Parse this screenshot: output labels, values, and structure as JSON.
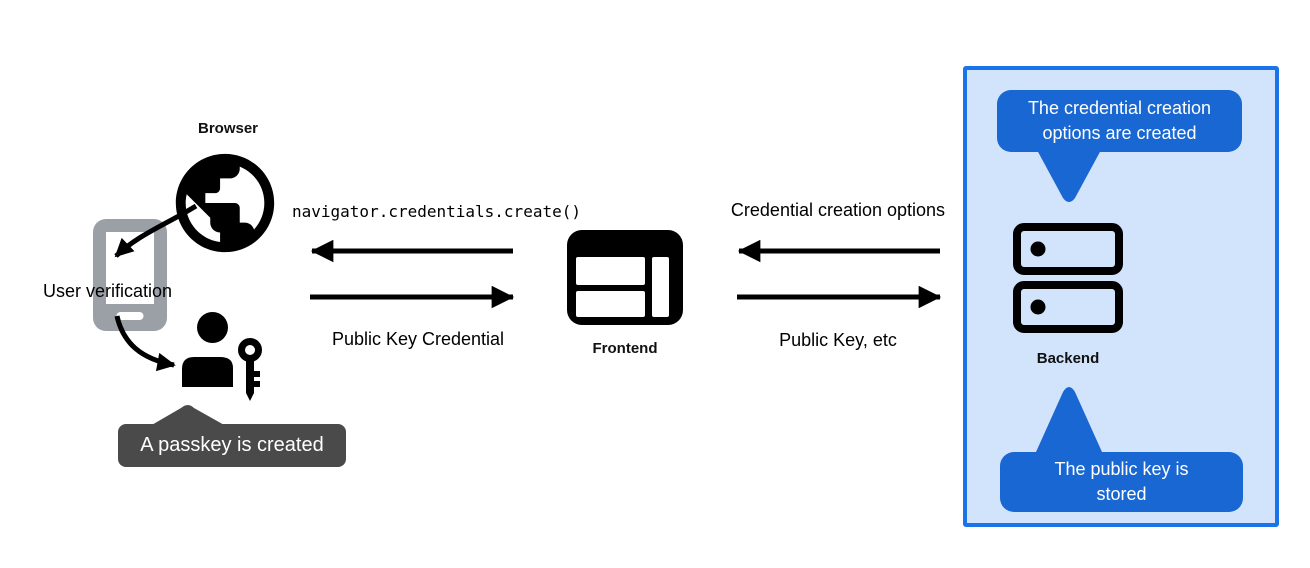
{
  "labels": {
    "browser": "Browser",
    "user_verification": "User verification",
    "frontend": "Frontend",
    "backend": "Backend"
  },
  "messages": {
    "to_browser_call": "navigator.credentials.create()",
    "from_browser_response": "Public Key Credential",
    "to_frontend": "Credential creation options",
    "from_frontend": "Public Key, etc"
  },
  "callouts": {
    "passkey_created": "A passkey is created",
    "credential_options_created": "The credential creation options are created",
    "public_key_stored": "The public key is stored"
  },
  "icons": {
    "browser": "globe-icon",
    "device": "smartphone-icon",
    "user": "person-with-key-icon",
    "frontend": "browser-window-icon",
    "backend": "server-stack-icon"
  },
  "colors": {
    "ink": "#000000",
    "device_gray": "#9aa0a6",
    "tooltip_dark_bg": "#4a4a4a",
    "callout_blue": "#1967d2",
    "panel_bg": "#d2e3fc",
    "panel_border": "#1a73e8",
    "callout_text": "#ffffff"
  }
}
